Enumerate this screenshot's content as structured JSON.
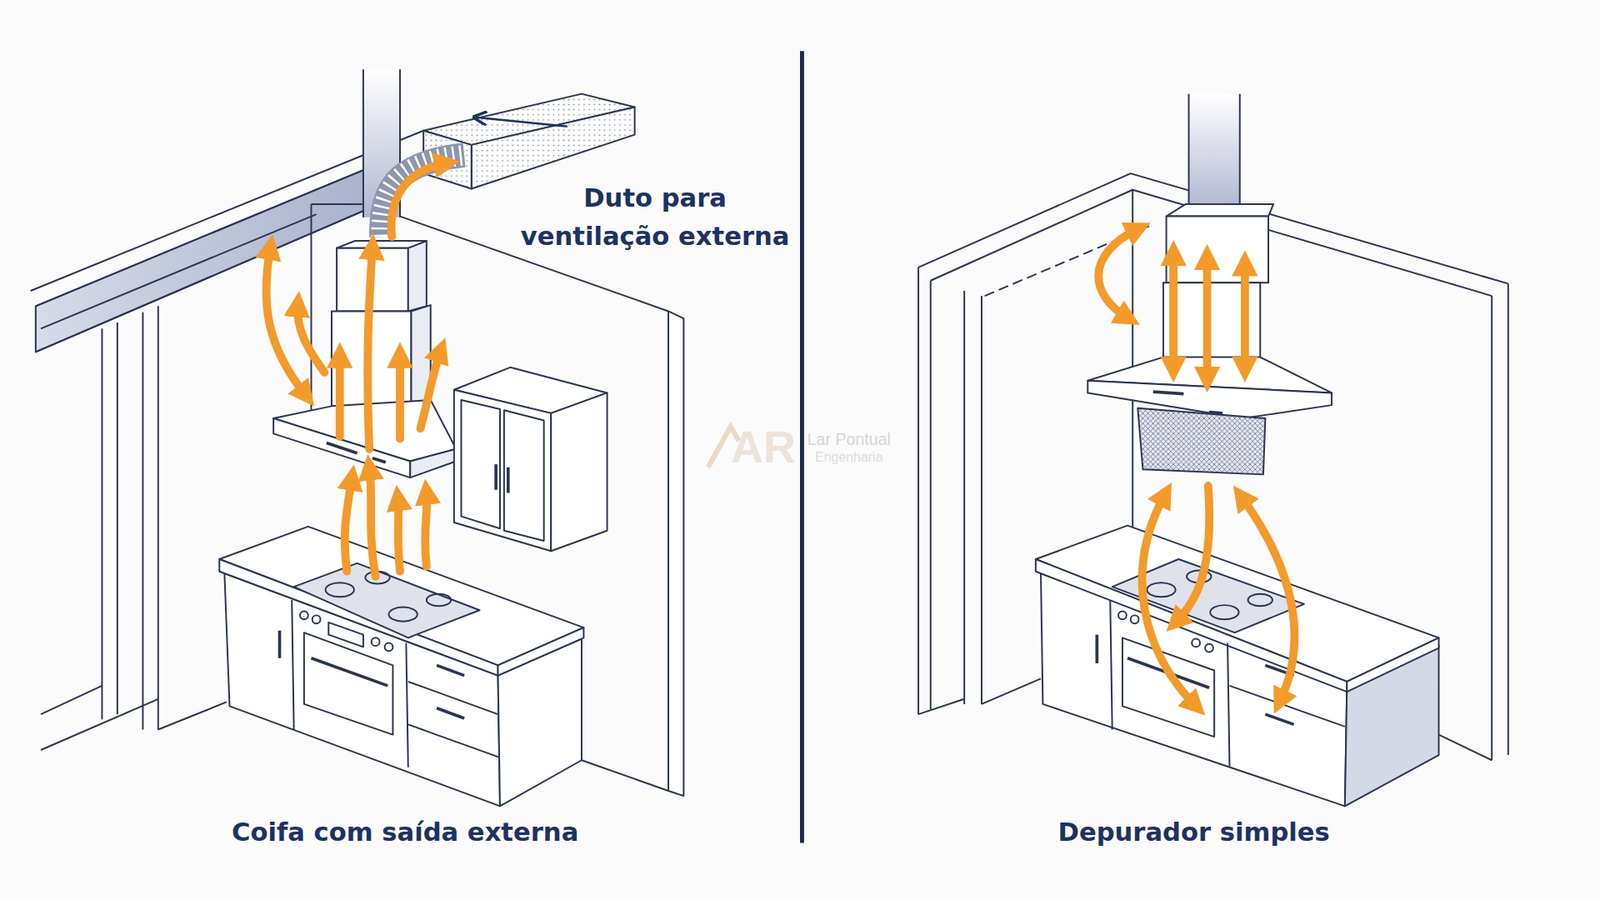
{
  "diagram": {
    "labels": [
      "Duto para ventilação externa",
      "AR",
      "Lar Pontual",
      "Engenharia",
      "Coifa com saída externa",
      "Depurador simples"
    ]
  }
}
